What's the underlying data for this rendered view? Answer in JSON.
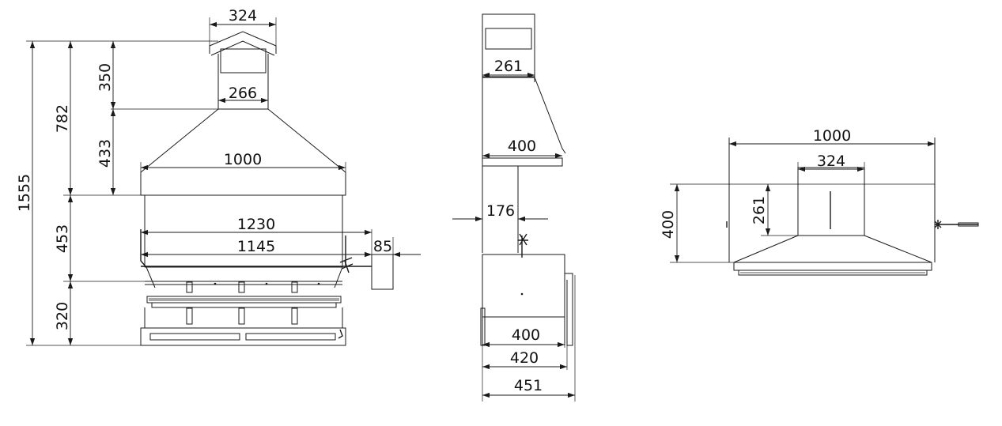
{
  "front_view": {
    "dims": {
      "overall_height": "1555",
      "upper_height": "782",
      "chimney_height": "350",
      "hood_height": "433",
      "chamber_height": "453",
      "base_height": "320",
      "chimney_cap_width": "324",
      "chimney_width": "266",
      "hood_width": "1000",
      "spit_length": "1230",
      "grill_width": "1145",
      "handle_offset": "85"
    }
  },
  "side_view": {
    "dims": {
      "chimney_depth": "261",
      "hood_depth": "400",
      "wall_gap": "176",
      "body_depth": "400",
      "tray_depth": "420",
      "overall_depth": "451"
    }
  },
  "top_view": {
    "dims": {
      "width": "1000",
      "chimney_width": "324",
      "depth": "400",
      "chimney_depth": "261"
    }
  }
}
